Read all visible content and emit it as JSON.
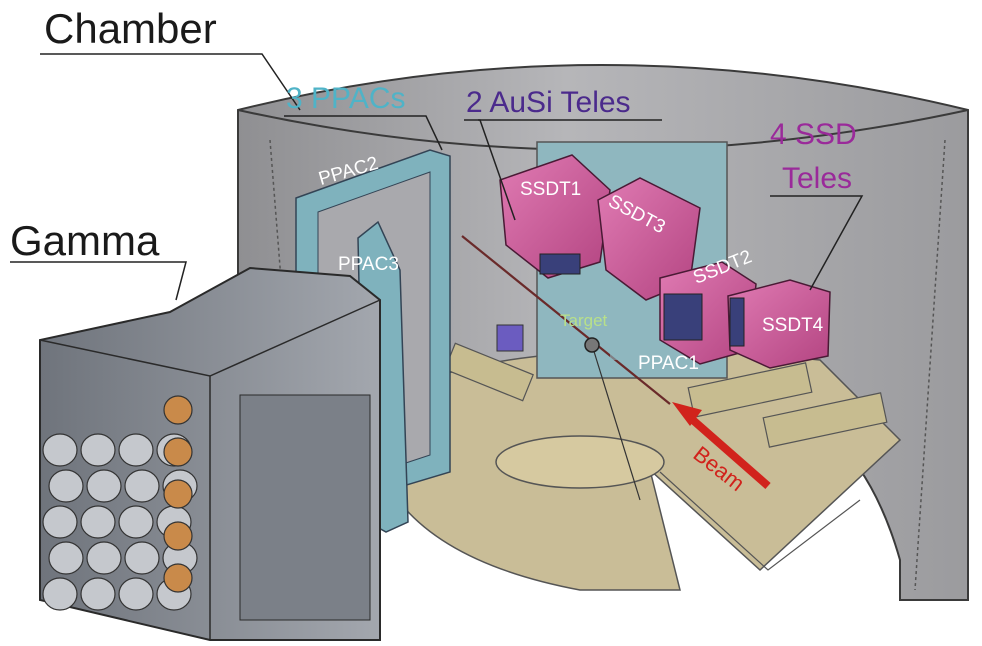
{
  "labels": {
    "chamber": "Chamber",
    "gamma": "Gamma",
    "ppacs": "3 PPACs",
    "ausi": "2 AuSi Teles",
    "ssd_line1": "4 SSD",
    "ssd_line2": "Teles",
    "ppac1": "PPAC1",
    "ppac2": "PPAC2",
    "ppac3": "PPAC3",
    "ssdt1": "SSDT1",
    "ssdt2": "SSDT2",
    "ssdt3": "SSDT3",
    "ssdt4": "SSDT4",
    "target": "Target",
    "beam": "Beam"
  },
  "colors": {
    "chamber_wall": "#a3a3a6",
    "floor": "#c9bd97",
    "ppac": "#7fb2bd",
    "ssd_module": "#c9518f",
    "gamma_frame": "#8c9098",
    "beam": "#d1231c",
    "ppac_title": "#4fb3c7",
    "ausi_title": "#4b2a8c",
    "ssd_title": "#9a2a9a",
    "target_text": "#b8e08a"
  }
}
